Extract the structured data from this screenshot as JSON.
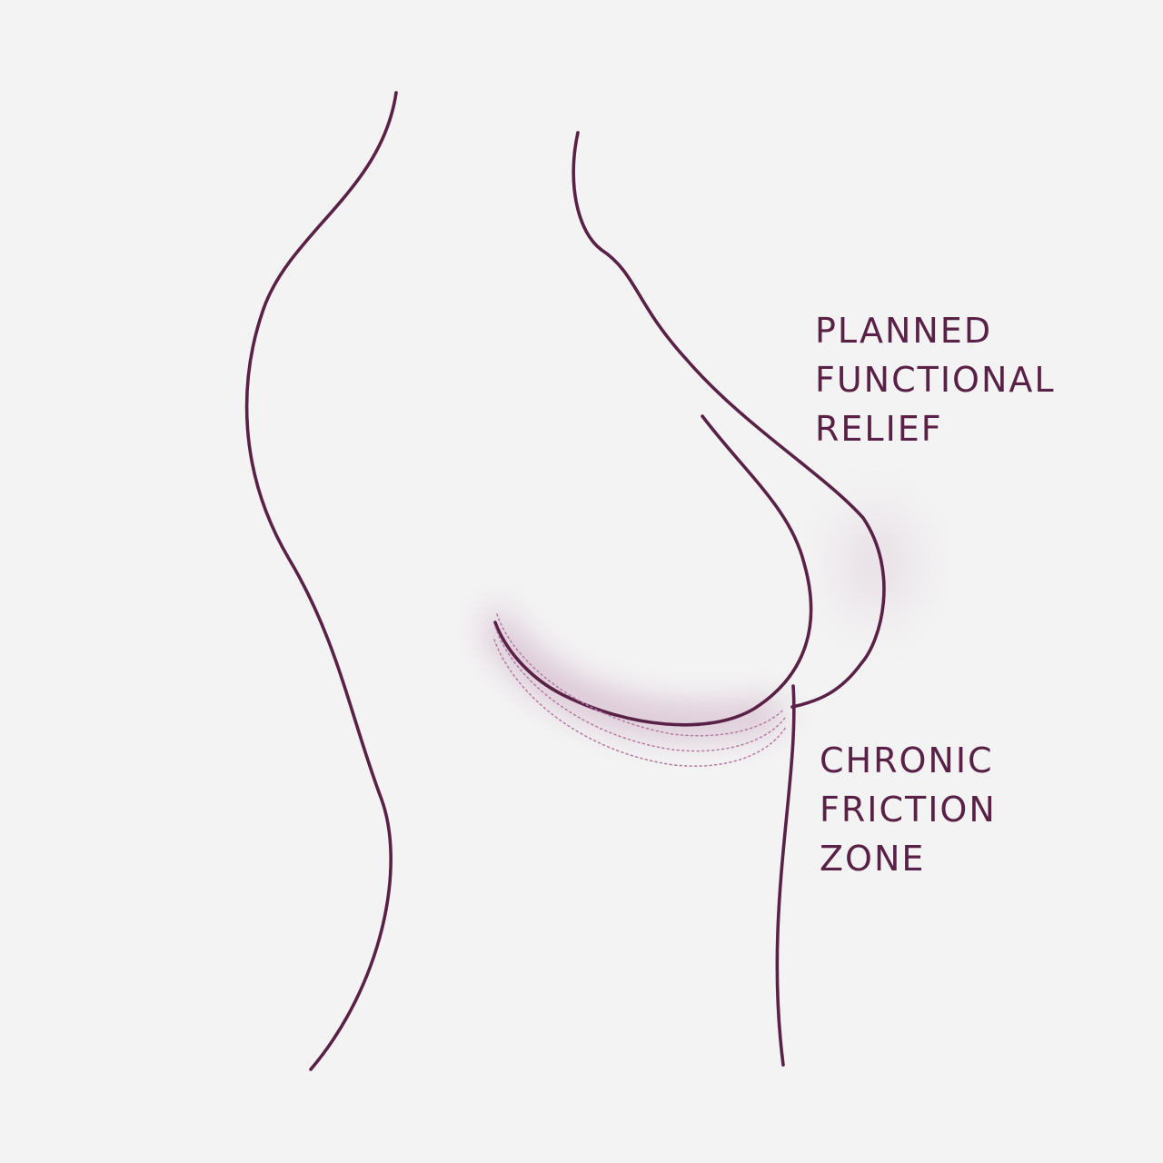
{
  "labels": {
    "relief": [
      "PLANNED",
      "FUNCTIONAL",
      "RELIEF"
    ],
    "friction": [
      "CHRONIC",
      "FRICTION",
      "ZONE"
    ]
  },
  "colors": {
    "outline": "#5a2146",
    "highlight": "#9b4f86",
    "background": "#f3f3f3"
  }
}
